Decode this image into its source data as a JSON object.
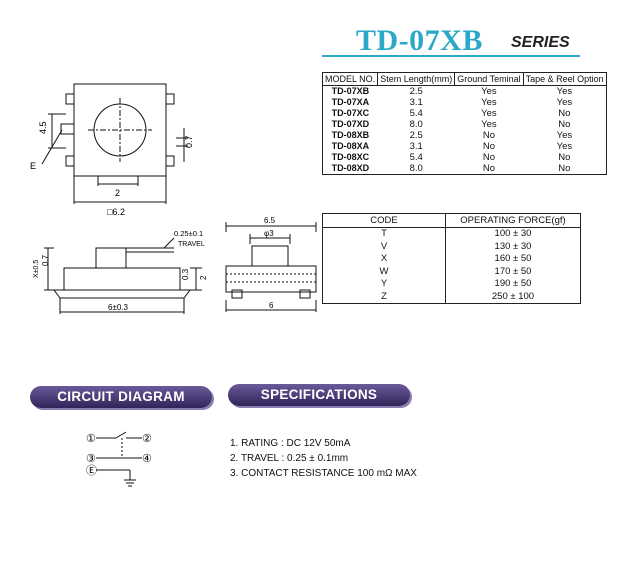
{
  "header": {
    "title": "TD-07XB",
    "series": "SERIES"
  },
  "model_table": {
    "headers": [
      "MODEL NO.",
      "Stem Length(mm)",
      "Ground Teminal",
      "Tape & Reel Option"
    ],
    "rows": [
      [
        "TD-07XB",
        "2.5",
        "Yes",
        "Yes"
      ],
      [
        "TD-07XA",
        "3.1",
        "Yes",
        "Yes"
      ],
      [
        "TD-07XC",
        "5.4",
        "Yes",
        "No"
      ],
      [
        "TD-07XD",
        "8.0",
        "Yes",
        "No"
      ],
      [
        "TD-08XB",
        "2.5",
        "No",
        "Yes"
      ],
      [
        "TD-08XA",
        "3.1",
        "No",
        "Yes"
      ],
      [
        "TD-08XC",
        "5.4",
        "No",
        "No"
      ],
      [
        "TD-08XD",
        "8.0",
        "No",
        "No"
      ]
    ]
  },
  "force_table": {
    "headers": [
      "CODE",
      "OPERATING FORCE(gf)"
    ],
    "rows": [
      [
        "T",
        "100 ± 30"
      ],
      [
        "V",
        "130 ± 30"
      ],
      [
        "X",
        "160 ± 50"
      ],
      [
        "W",
        "170 ± 50"
      ],
      [
        "Y",
        "190 ± 50"
      ],
      [
        "Z",
        "250 ± 100"
      ]
    ]
  },
  "drawing": {
    "top_view": {
      "dim_45": "4.5",
      "dim_07": "0.7",
      "dim_2": "2",
      "dim_62": "□6.2",
      "label_e": "E"
    },
    "side_view": {
      "dim_travel": "0.25±0.1",
      "travel_label": "TRAVEL",
      "dim_x": "X±0.5",
      "dim_07": "0.7",
      "dim_03": "0.3",
      "dim_2": "2",
      "dim_width": "6±0.3"
    },
    "front_view": {
      "dim_65": "6.5",
      "dim_phi3": "φ3",
      "dim_6": "6"
    }
  },
  "sections": {
    "circuit": "CIRCUIT DIAGRAM",
    "specs": "SPECIFICATIONS"
  },
  "circuit": {
    "p1": "①",
    "p2": "②",
    "p3": "③",
    "p4": "④",
    "pe": "Ⓔ"
  },
  "specifications": [
    "1. RATING : DC 12V  50mA",
    "2. TRAVEL : 0.25 ± 0.1mm",
    "3. CONTACT RESISTANCE 100 mΩ MAX"
  ]
}
